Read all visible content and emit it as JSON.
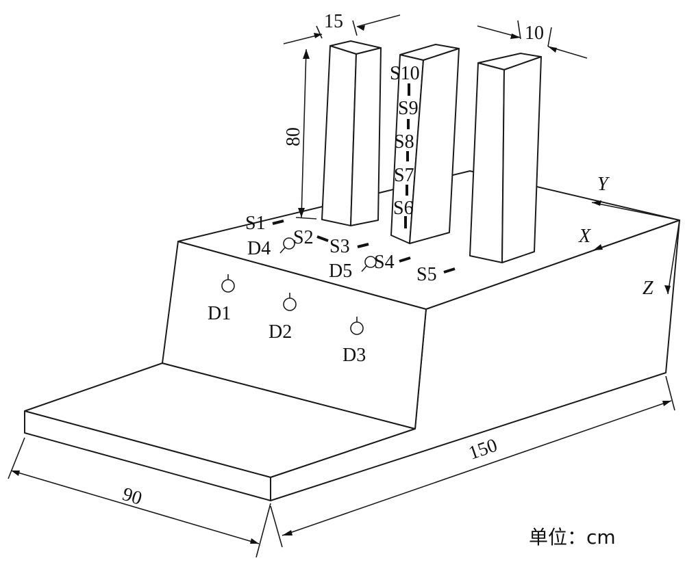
{
  "dimensions": {
    "column_width": "15",
    "column_height": "80",
    "column_depth": "10",
    "length": "150",
    "width": "90"
  },
  "axes": {
    "x": "X",
    "y": "Y",
    "z": "Z"
  },
  "sensors_s": [
    "S1",
    "S2",
    "S3",
    "S4",
    "S5",
    "S6",
    "S7",
    "S8",
    "S9",
    "S10"
  ],
  "sensors_d": [
    "D1",
    "D2",
    "D3",
    "D4",
    "D5"
  ],
  "unit_note": "单位：cm"
}
